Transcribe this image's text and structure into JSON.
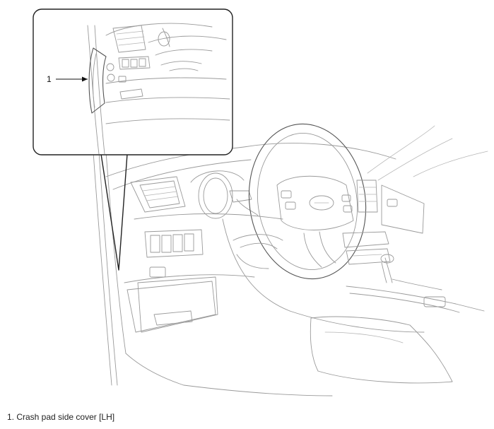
{
  "callouts": [
    {
      "number": "1",
      "label": "Crash pad side cover [LH]"
    }
  ],
  "caption": "1. Crash pad side cover [LH]",
  "colors": {
    "line": "#9a9a9a",
    "frame": "#222222",
    "text": "#111111"
  }
}
